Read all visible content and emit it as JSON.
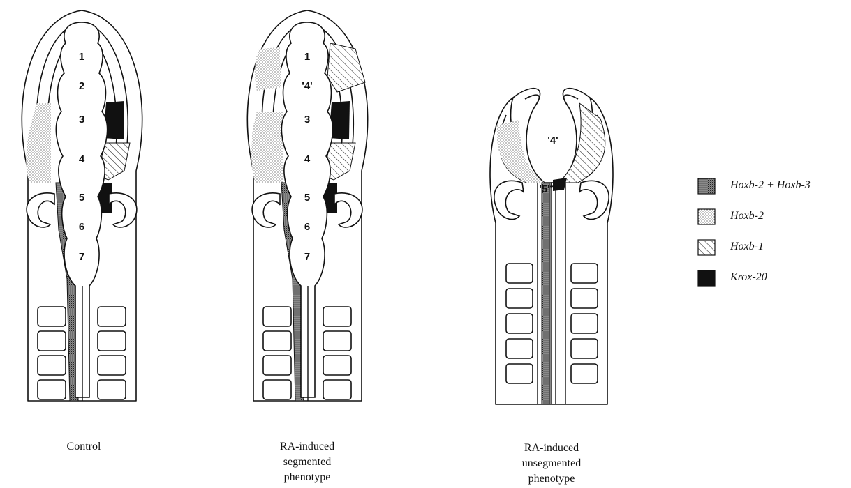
{
  "panels": [
    {
      "caption_lines": [
        "Control"
      ],
      "rhombomeres": [
        "1",
        "2",
        "3",
        "4",
        "5",
        "6",
        "7"
      ]
    },
    {
      "caption_lines": [
        "RA-induced",
        "segmented",
        "phenotype"
      ],
      "rhombomeres": [
        "1",
        "'4'",
        "3",
        "4",
        "5",
        "6",
        "7"
      ]
    },
    {
      "caption_lines": [
        "RA-induced",
        "unsegmented",
        "phenotype"
      ],
      "rhombomeres": [
        "'4'",
        "'5'"
      ]
    }
  ],
  "legend": [
    {
      "label": "Hoxb-2 + Hoxb-3",
      "pattern": "dense-stipple"
    },
    {
      "label": "Hoxb-2",
      "pattern": "light-stipple"
    },
    {
      "label": "Hoxb-1",
      "pattern": "hatch"
    },
    {
      "label": "Krox-20",
      "pattern": "solid-black"
    }
  ],
  "colors": {
    "ink": "#111111",
    "background": "#ffffff"
  }
}
